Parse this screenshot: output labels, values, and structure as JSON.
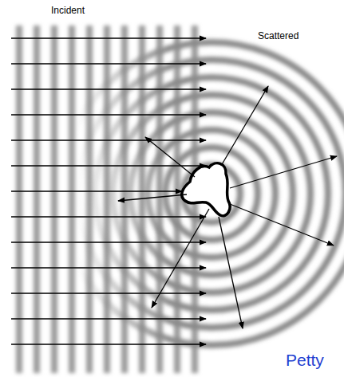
{
  "diagram": {
    "labels": [
      "Incident",
      "Scattered",
      "Petty"
    ]
  }
}
